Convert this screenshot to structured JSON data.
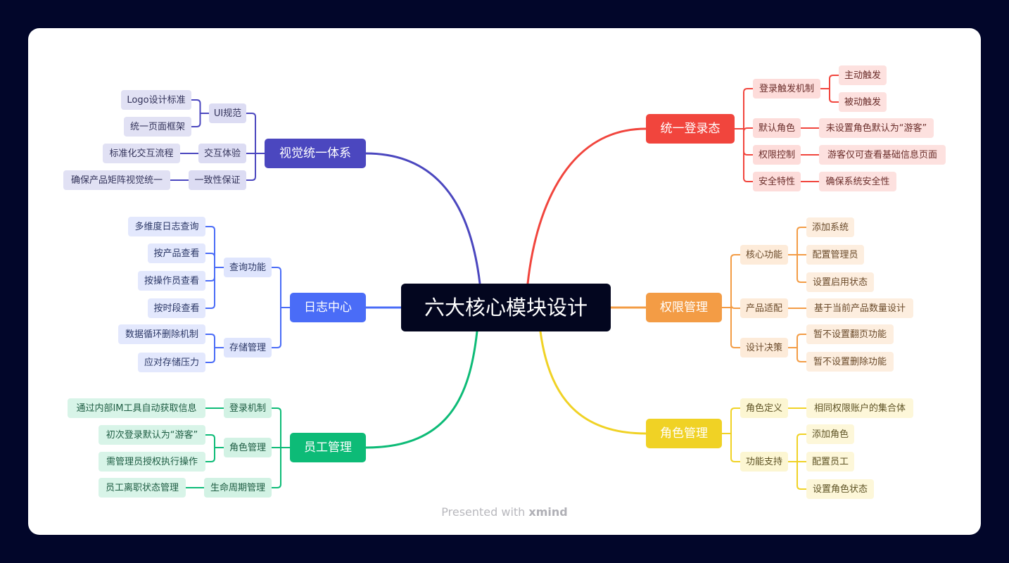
{
  "root": "六大核心模块设计",
  "colors": {
    "background": "#02062a",
    "card": "#ffffff",
    "root": "#03061f",
    "visual": "#4b47bf",
    "log": "#4a6cf7",
    "staff": "#0dbb77",
    "login": "#f1453d",
    "perm": "#f39c45",
    "role": "#f0d225"
  },
  "branches": {
    "visual": {
      "label": "视觉统一体系",
      "children": [
        {
          "label": "UI规范",
          "children": [
            "Logo设计标准",
            "统一页面框架"
          ]
        },
        {
          "label": "交互体验",
          "children": [
            "标准化交互流程"
          ]
        },
        {
          "label": "一致性保证",
          "children": [
            "确保产品矩阵视觉统一"
          ]
        }
      ]
    },
    "log": {
      "label": "日志中心",
      "children": [
        {
          "label": "查询功能",
          "children": [
            "多维度日志查询",
            "按产品查看",
            "按操作员查看",
            "按时段查看"
          ]
        },
        {
          "label": "存储管理",
          "children": [
            "数据循环删除机制",
            "应对存储压力"
          ]
        }
      ]
    },
    "staff": {
      "label": "员工管理",
      "children": [
        {
          "label": "登录机制",
          "children": [
            "通过内部IM工具自动获取信息"
          ]
        },
        {
          "label": "角色管理",
          "children": [
            "初次登录默认为“游客”",
            "需管理员授权执行操作"
          ]
        },
        {
          "label": "生命周期管理",
          "children": [
            "员工离职状态管理"
          ]
        }
      ]
    },
    "login": {
      "label": "统一登录态",
      "children": [
        {
          "label": "登录触发机制",
          "children": [
            "主动触发",
            "被动触发"
          ]
        },
        {
          "label": "默认角色",
          "children": [
            "未设置角色默认为“游客”"
          ]
        },
        {
          "label": "权限控制",
          "children": [
            "游客仅可查看基础信息页面"
          ]
        },
        {
          "label": "安全特性",
          "children": [
            "确保系统安全性"
          ]
        }
      ]
    },
    "perm": {
      "label": "权限管理",
      "children": [
        {
          "label": "核心功能",
          "children": [
            "添加系统",
            "配置管理员",
            "设置启用状态"
          ]
        },
        {
          "label": "产品适配",
          "children": [
            "基于当前产品数量设计"
          ]
        },
        {
          "label": "设计决策",
          "children": [
            "暂不设置翻页功能",
            "暂不设置删除功能"
          ]
        }
      ]
    },
    "role": {
      "label": "角色管理",
      "children": [
        {
          "label": "角色定义",
          "children": [
            "相同权限账户的集合体"
          ]
        },
        {
          "label": "功能支持",
          "children": [
            "添加角色",
            "配置员工",
            "设置角色状态"
          ]
        }
      ]
    }
  },
  "footer": {
    "prefix": "Presented with ",
    "brand": "xmind"
  }
}
